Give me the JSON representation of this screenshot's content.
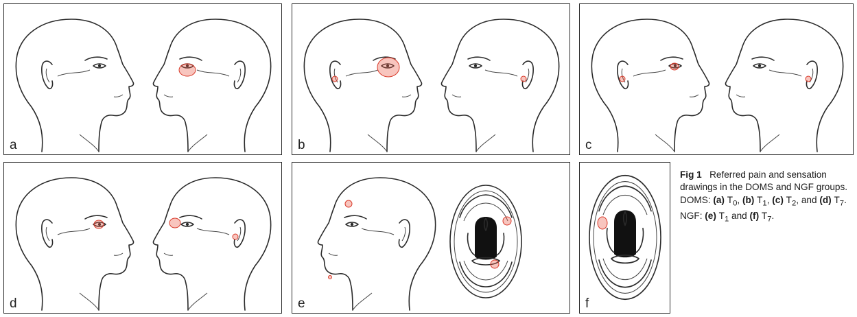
{
  "panels": [
    {
      "id": "a",
      "label": "a"
    },
    {
      "id": "b",
      "label": "b"
    },
    {
      "id": "c",
      "label": "c"
    },
    {
      "id": "d",
      "label": "d"
    },
    {
      "id": "e",
      "label": "e"
    },
    {
      "id": "f",
      "label": "f"
    }
  ],
  "caption": {
    "fig_label": "Fig 1",
    "intro": "Referred pain and sensation drawings in the DOMS and NGF groups. DOMS: ",
    "items": [
      {
        "label": "(a)",
        "value": "T",
        "sub": "0",
        "after": ", "
      },
      {
        "label": "(b)",
        "value": "T",
        "sub": "1",
        "after": ", "
      },
      {
        "label": "(c)",
        "value": "T",
        "sub": "2",
        "after": ", and "
      },
      {
        "label": "(d)",
        "value": "T",
        "sub": "7",
        "after": ". NGF: "
      },
      {
        "label": "(e)",
        "value": "T",
        "sub": "1",
        "after": " and "
      },
      {
        "label": "(f)",
        "value": "T",
        "sub": "7",
        "after": "."
      }
    ]
  },
  "colors": {
    "pain_marker": "#d93a2a",
    "line": "#2a2a2a"
  }
}
